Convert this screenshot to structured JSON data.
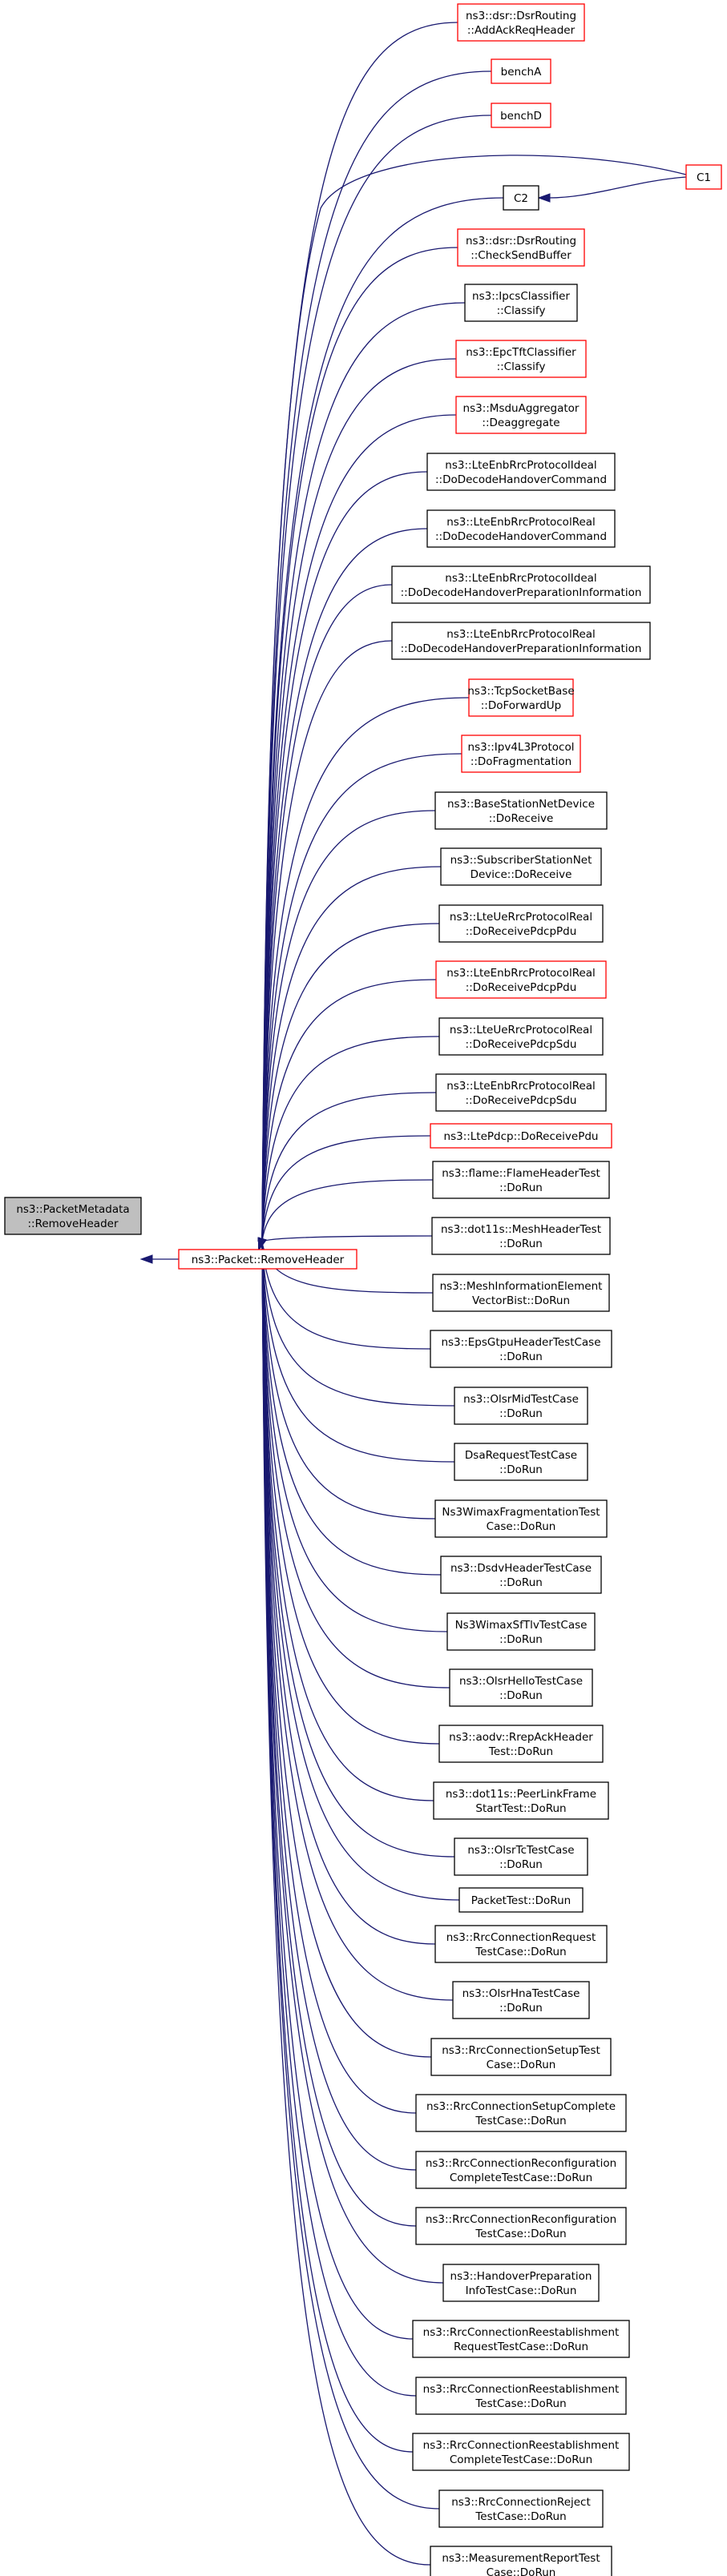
{
  "colors": {
    "edge": "#191970",
    "node_border": "#000000",
    "node_border_incomplete": "#ff0000",
    "focus_fill": "#bfbfbf"
  },
  "graph": {
    "focus": {
      "lines": [
        "ns3::PacketMetadata",
        "::RemoveHeader"
      ]
    },
    "root": {
      "lines": [
        "ns3::Packet::RemoveHeader"
      ],
      "incomplete": true
    },
    "callers": [
      {
        "lines": [
          "ns3::dsr::DsrRouting",
          "::AddAckReqHeader"
        ],
        "incomplete": true
      },
      {
        "lines": [
          "benchA"
        ],
        "incomplete": true
      },
      {
        "lines": [
          "benchD"
        ],
        "incomplete": true
      },
      {
        "lines": [
          "C2"
        ],
        "incomplete": false
      },
      {
        "lines": [
          "ns3::dsr::DsrRouting",
          "::CheckSendBuffer"
        ],
        "incomplete": true
      },
      {
        "lines": [
          "ns3::IpcsClassifier",
          "::Classify"
        ],
        "incomplete": false
      },
      {
        "lines": [
          "ns3::EpcTftClassifier",
          "::Classify"
        ],
        "incomplete": true
      },
      {
        "lines": [
          "ns3::MsduAggregator",
          "::Deaggregate"
        ],
        "incomplete": true
      },
      {
        "lines": [
          "ns3::LteEnbRrcProtocolIdeal",
          "::DoDecodeHandoverCommand"
        ],
        "incomplete": false
      },
      {
        "lines": [
          "ns3::LteEnbRrcProtocolReal",
          "::DoDecodeHandoverCommand"
        ],
        "incomplete": false
      },
      {
        "lines": [
          "ns3::LteEnbRrcProtocolIdeal",
          "::DoDecodeHandoverPreparationInformation"
        ],
        "incomplete": false
      },
      {
        "lines": [
          "ns3::LteEnbRrcProtocolReal",
          "::DoDecodeHandoverPreparationInformation"
        ],
        "incomplete": false
      },
      {
        "lines": [
          "ns3::TcpSocketBase",
          "::DoForwardUp"
        ],
        "incomplete": true
      },
      {
        "lines": [
          "ns3::Ipv4L3Protocol",
          "::DoFragmentation"
        ],
        "incomplete": true
      },
      {
        "lines": [
          "ns3::BaseStationNetDevice",
          "::DoReceive"
        ],
        "incomplete": false
      },
      {
        "lines": [
          "ns3::SubscriberStationNet",
          "Device::DoReceive"
        ],
        "incomplete": false
      },
      {
        "lines": [
          "ns3::LteUeRrcProtocolReal",
          "::DoReceivePdcpPdu"
        ],
        "incomplete": false
      },
      {
        "lines": [
          "ns3::LteEnbRrcProtocolReal",
          "::DoReceivePdcpPdu"
        ],
        "incomplete": true
      },
      {
        "lines": [
          "ns3::LteUeRrcProtocolReal",
          "::DoReceivePdcpSdu"
        ],
        "incomplete": false
      },
      {
        "lines": [
          "ns3::LteEnbRrcProtocolReal",
          "::DoReceivePdcpSdu"
        ],
        "incomplete": false
      },
      {
        "lines": [
          "ns3::LtePdcp::DoReceivePdu"
        ],
        "incomplete": true
      },
      {
        "lines": [
          "ns3::flame::FlameHeaderTest",
          "::DoRun"
        ],
        "incomplete": false
      },
      {
        "lines": [
          "ns3::dot11s::MeshHeaderTest",
          "::DoRun"
        ],
        "incomplete": false
      },
      {
        "lines": [
          "ns3::MeshInformationElement",
          "VectorBist::DoRun"
        ],
        "incomplete": false
      },
      {
        "lines": [
          "ns3::EpsGtpuHeaderTestCase",
          "::DoRun"
        ],
        "incomplete": false
      },
      {
        "lines": [
          "ns3::OlsrMidTestCase",
          "::DoRun"
        ],
        "incomplete": false
      },
      {
        "lines": [
          "DsaRequestTestCase",
          "::DoRun"
        ],
        "incomplete": false
      },
      {
        "lines": [
          "Ns3WimaxFragmentationTest",
          "Case::DoRun"
        ],
        "incomplete": false
      },
      {
        "lines": [
          "ns3::DsdvHeaderTestCase",
          "::DoRun"
        ],
        "incomplete": false
      },
      {
        "lines": [
          "Ns3WimaxSfTlvTestCase",
          "::DoRun"
        ],
        "incomplete": false
      },
      {
        "lines": [
          "ns3::OlsrHelloTestCase",
          "::DoRun"
        ],
        "incomplete": false
      },
      {
        "lines": [
          "ns3::aodv::RrepAckHeader",
          "Test::DoRun"
        ],
        "incomplete": false
      },
      {
        "lines": [
          "ns3::dot11s::PeerLinkFrame",
          "StartTest::DoRun"
        ],
        "incomplete": false
      },
      {
        "lines": [
          "ns3::OlsrTcTestCase",
          "::DoRun"
        ],
        "incomplete": false
      },
      {
        "lines": [
          "PacketTest::DoRun"
        ],
        "incomplete": false
      },
      {
        "lines": [
          "ns3::RrcConnectionRequest",
          "TestCase::DoRun"
        ],
        "incomplete": false
      },
      {
        "lines": [
          "ns3::OlsrHnaTestCase",
          "::DoRun"
        ],
        "incomplete": false
      },
      {
        "lines": [
          "ns3::RrcConnectionSetupTest",
          "Case::DoRun"
        ],
        "incomplete": false
      },
      {
        "lines": [
          "ns3::RrcConnectionSetupComplete",
          "TestCase::DoRun"
        ],
        "incomplete": false
      },
      {
        "lines": [
          "ns3::RrcConnectionReconfiguration",
          "CompleteTestCase::DoRun"
        ],
        "incomplete": false
      },
      {
        "lines": [
          "ns3::RrcConnectionReconfiguration",
          "TestCase::DoRun"
        ],
        "incomplete": false
      },
      {
        "lines": [
          "ns3::HandoverPreparation",
          "InfoTestCase::DoRun"
        ],
        "incomplete": false
      },
      {
        "lines": [
          "ns3::RrcConnectionReestablishment",
          "RequestTestCase::DoRun"
        ],
        "incomplete": false
      },
      {
        "lines": [
          "ns3::RrcConnectionReestablishment",
          "TestCase::DoRun"
        ],
        "incomplete": false
      },
      {
        "lines": [
          "ns3::RrcConnectionReestablishment",
          "CompleteTestCase::DoRun"
        ],
        "incomplete": false
      },
      {
        "lines": [
          "ns3::RrcConnectionReject",
          "TestCase::DoRun"
        ],
        "incomplete": false
      },
      {
        "lines": [
          "ns3::MeasurementReportTest",
          "Case::DoRun"
        ],
        "incomplete": false
      }
    ],
    "extra": {
      "lines": [
        "C1"
      ],
      "incomplete": true
    }
  }
}
